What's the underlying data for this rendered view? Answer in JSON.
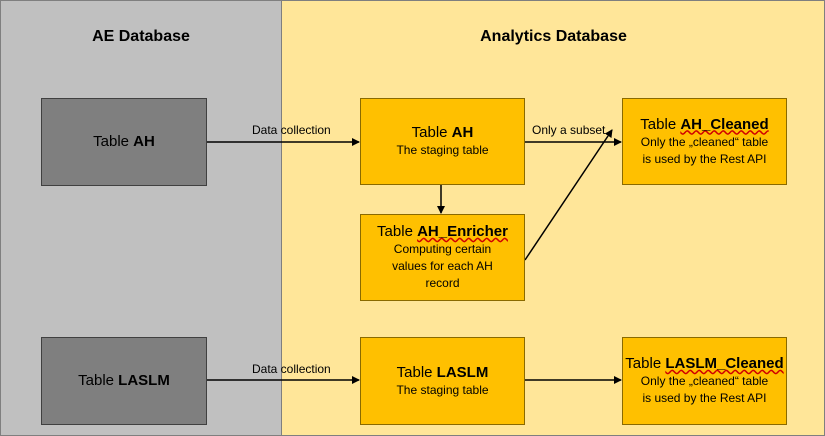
{
  "panels": {
    "ae_title": "AE Database",
    "analytics_title": "Analytics Database"
  },
  "nodes": {
    "ah_source": {
      "prefix": "Table ",
      "name": "AH"
    },
    "laslm_source": {
      "prefix": "Table ",
      "name": "LASLM"
    },
    "ah_staging": {
      "prefix": "Table ",
      "name": "AH",
      "desc": [
        "The staging table"
      ]
    },
    "ah_enricher": {
      "prefix": "Table ",
      "name": "AH_Enricher",
      "desc": [
        "Computing certain",
        "values for each AH",
        "record"
      ]
    },
    "ah_cleaned": {
      "prefix": "Table ",
      "name": "AH_Cleaned",
      "desc": [
        "Only the „cleaned“ table",
        "is used by the Rest  API"
      ]
    },
    "laslm_staging": {
      "prefix": "Table ",
      "name": "LASLM",
      "desc": [
        "The staging table"
      ]
    },
    "laslm_cleaned": {
      "prefix": "Table ",
      "name": "LASLM_Cleaned",
      "desc": [
        "Only the „cleaned“ table",
        "is used by the Rest  API"
      ]
    }
  },
  "edges": {
    "ah_collection": "Data collection",
    "laslm_collection": "Data collection",
    "subset": "Only a subset"
  }
}
